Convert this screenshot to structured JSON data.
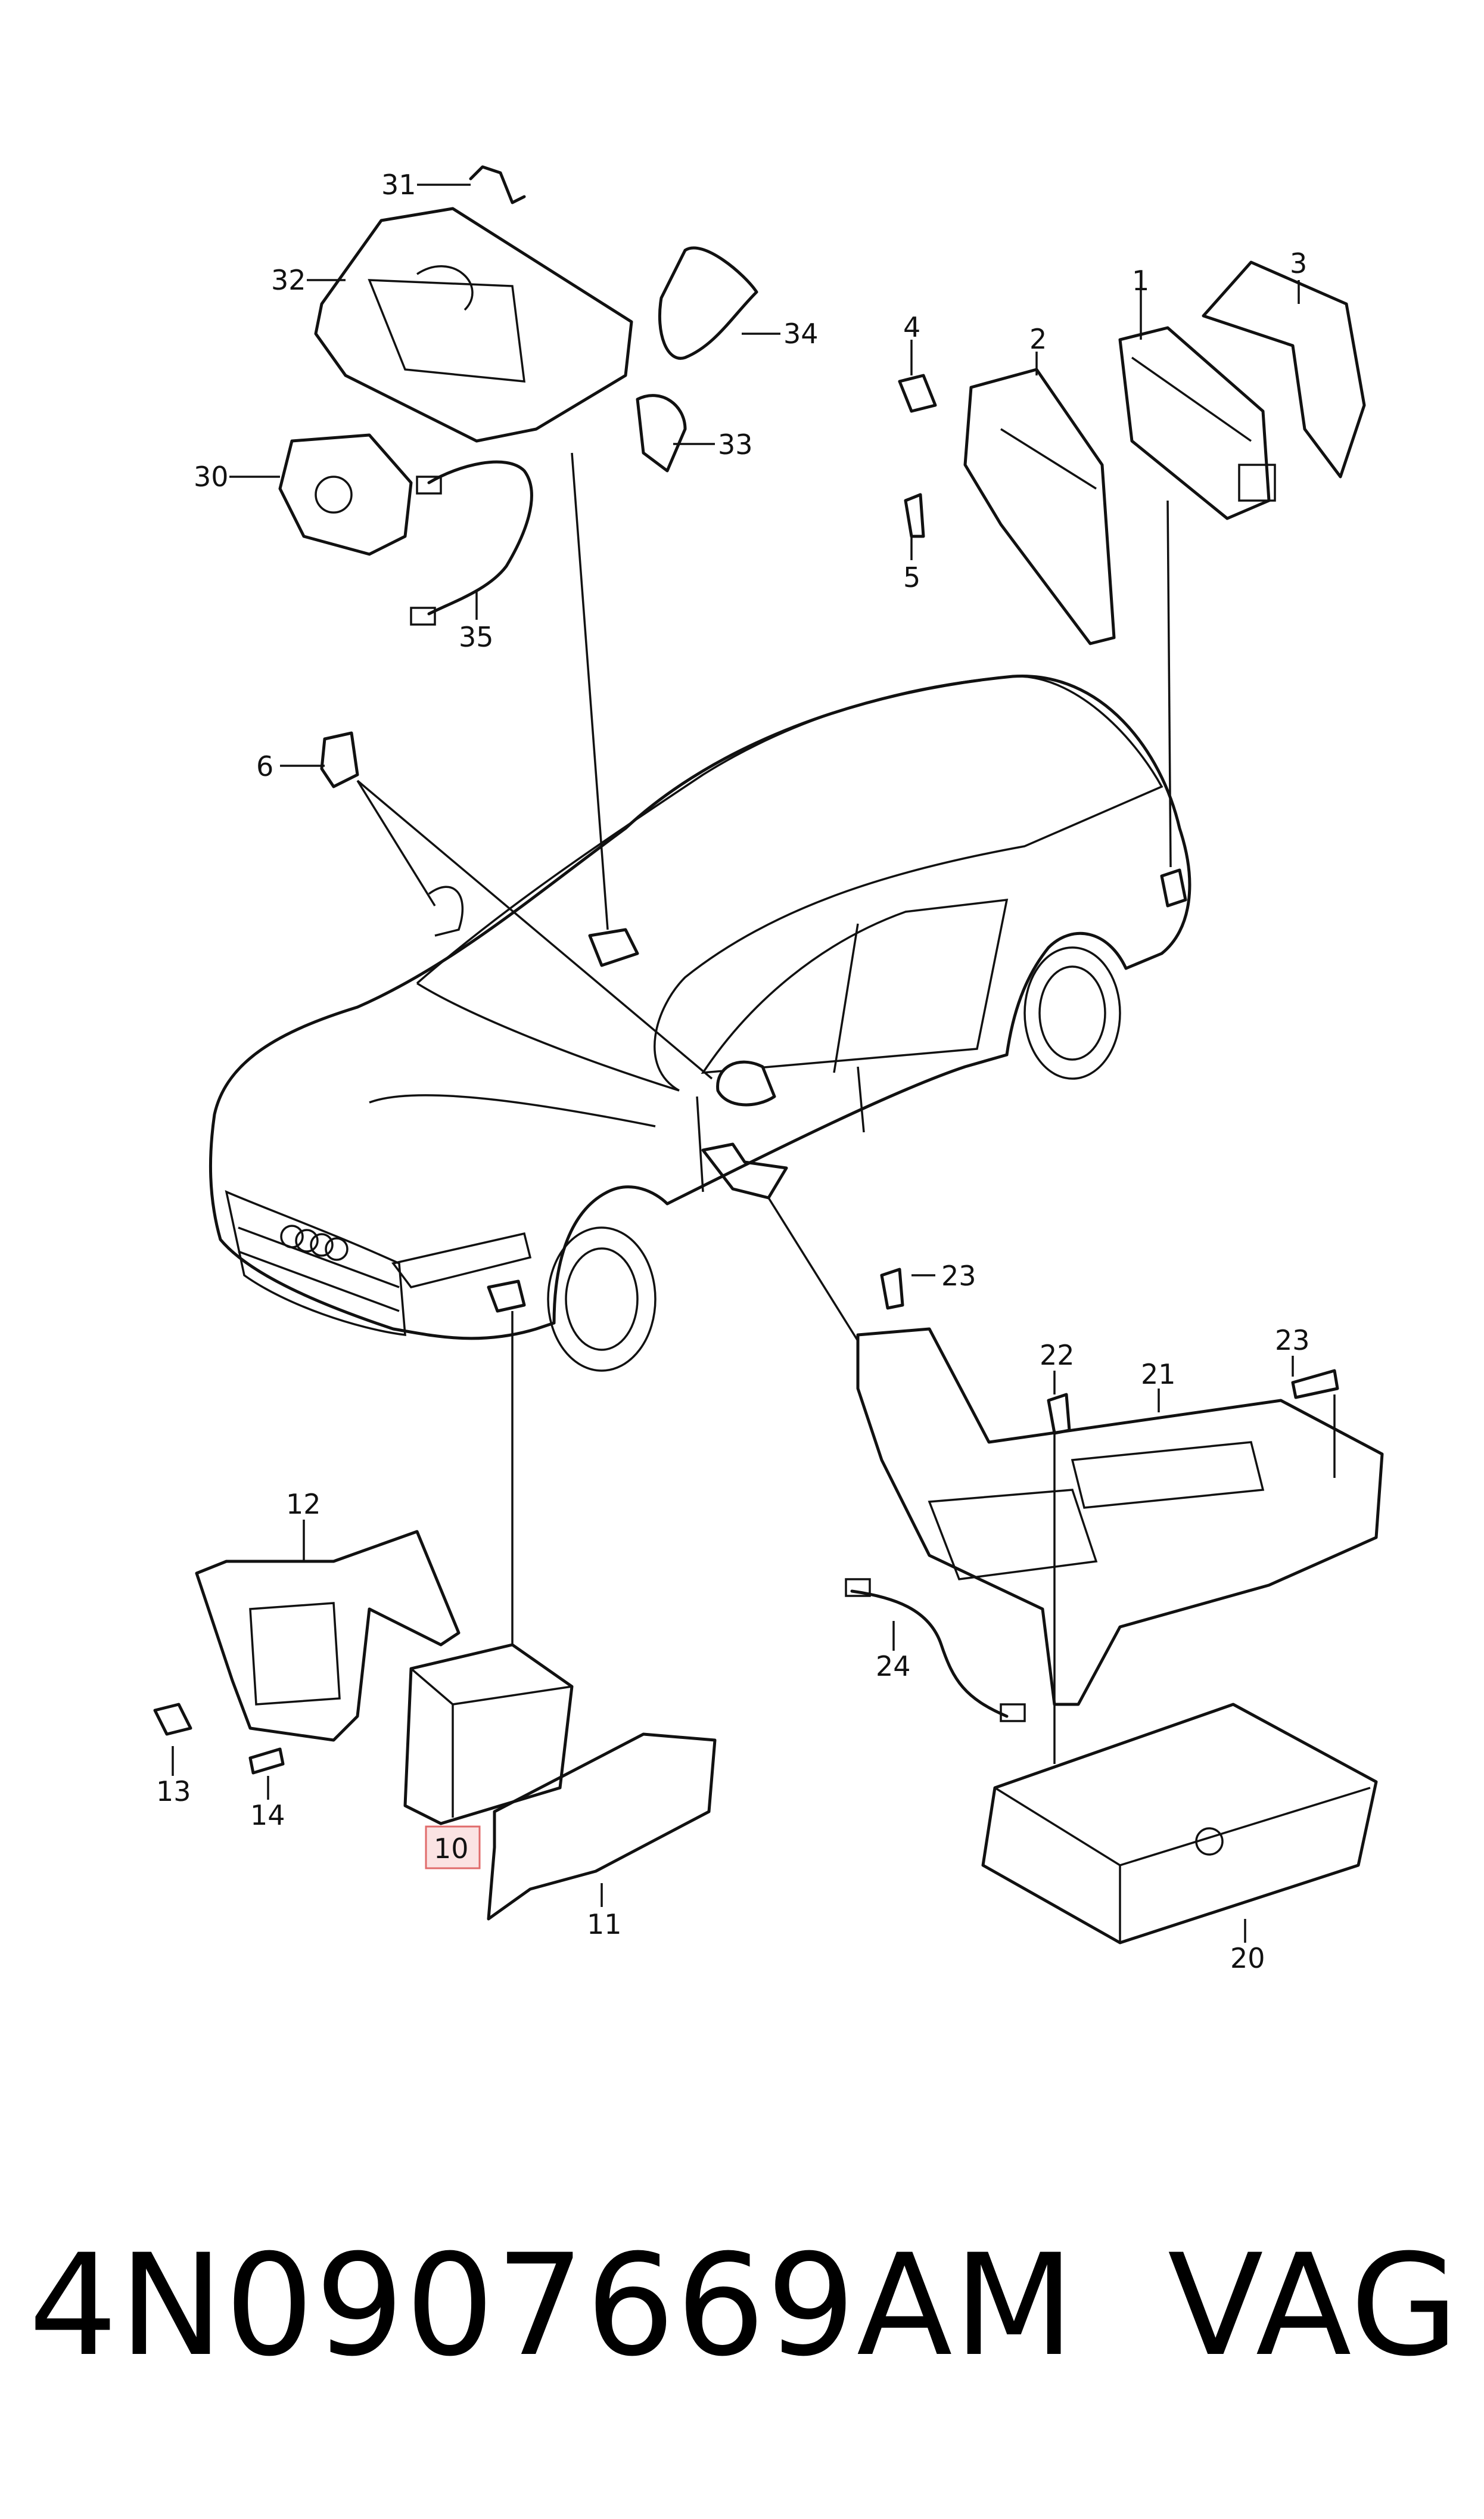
{
  "callouts": [
    "1",
    "2",
    "3",
    "4",
    "5",
    "6",
    "10",
    "11",
    "12",
    "13",
    "14",
    "20",
    "21",
    "22",
    "23",
    "23",
    "24",
    "30",
    "31",
    "32",
    "33",
    "34",
    "35"
  ],
  "highlighted_callout": "10",
  "footer": {
    "part_number": "4N0907669AM",
    "brand": "VAG"
  },
  "colors": {
    "line": "#111111",
    "highlight_border": "#e06b6b",
    "highlight_fill": "#fbe3e3",
    "background": "#ffffff"
  }
}
